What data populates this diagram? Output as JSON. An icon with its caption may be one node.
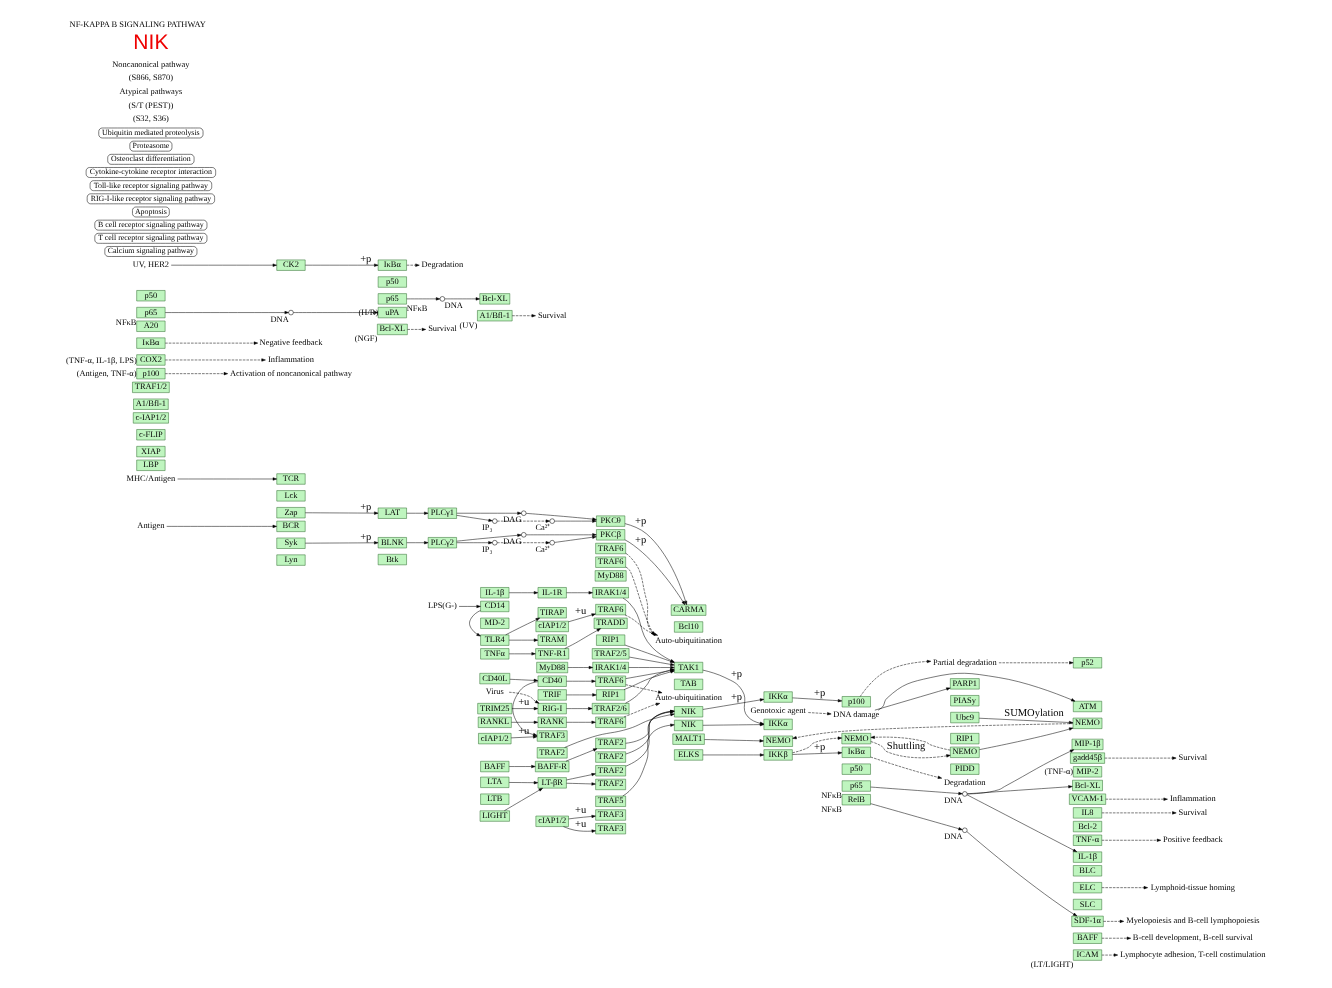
{
  "diagram": {
    "title": "NF-KAPPA B SIGNALING PATHWAY",
    "nodes": [
      {
        "text": [
          "MHC/Antigen"
        ]
      },
      {
        "text": [
          "TCR"
        ]
      },
      {
        "text": [
          "Lck"
        ]
      },
      {
        "text": [
          "Zap"
        ]
      },
      {
        "text": [
          "LAT"
        ]
      },
      {
        "text": [
          "PLCγ1"
        ]
      },
      {
        "text": [],
        "shape": "circle",
        "beside": [
          "DAG"
        ]
      },
      {
        "text": [],
        "shape": "circle",
        "beside": [
          "IP₃"
        ]
      },
      {
        "text": [],
        "shape": "circle",
        "beside": [
          "Ca²⁺"
        ]
      },
      {
        "text": [
          "PKCθ"
        ]
      },
      {
        "text": [
          "Antigen"
        ]
      },
      {
        "text": [
          "BCR"
        ]
      },
      {
        "text": [
          "Syk"
        ]
      },
      {
        "text": [
          "Lyn"
        ]
      },
      {
        "text": [
          "BLNK"
        ]
      },
      {
        "text": [
          "Btk"
        ]
      },
      {
        "text": [
          "PLCγ2"
        ]
      },
      {
        "text": [],
        "shape": "circle",
        "beside": [
          "DAG"
        ]
      },
      {
        "text": [],
        "shape": "circle",
        "beside": [
          "IP₃"
        ]
      },
      {
        "text": [],
        "shape": "circle",
        "beside": [
          "Ca²⁺"
        ]
      },
      {
        "text": [
          "PKCβ"
        ]
      },
      {
        "text": [
          "IL-1β"
        ]
      },
      {
        "text": [
          "IL-1R"
        ]
      },
      {
        "text": [
          "MyD88"
        ]
      },
      {
        "text": [
          "IRAK1/4"
        ]
      },
      {
        "text": [
          "TRAF6"
        ]
      },
      {
        "text": [
          "cIAP1/2"
        ]
      },
      {
        "text": [
          "Auto-ubiquitination"
        ]
      },
      {
        "text": [
          "TNFα"
        ]
      },
      {
        "text": [
          "TNF-R1"
        ]
      },
      {
        "text": [
          "RIP1"
        ]
      },
      {
        "text": [
          "TRADD"
        ]
      },
      {
        "text": [
          "TRAF2/5"
        ]
      },
      {
        "text": [
          "Virus"
        ]
      },
      {
        "text": [
          "RIG-I"
        ]
      },
      {
        "text": [
          "TRIM25"
        ]
      },
      {
        "text": [
          "TRAF2/6"
        ]
      },
      {
        "text": [
          "TAK1"
        ]
      },
      {
        "text": [
          "TAB"
        ]
      },
      {
        "text": [
          "CARMA"
        ]
      },
      {
        "text": [
          "Bcl10"
        ]
      },
      {
        "text": [
          "MALT1"
        ]
      },
      {
        "text": [
          "ELKS"
        ]
      },
      {
        "text": [
          "NEMO"
        ]
      },
      {
        "text": [
          "IKKα"
        ]
      },
      {
        "text": [
          "IKKβ"
        ]
      },
      {
        "text": [
          "NEMO"
        ]
      },
      {
        "text": [
          "Genotoxic agent"
        ]
      },
      {
        "text": [
          "DNA damage"
        ]
      },
      {
        "text": [
          "ATM"
        ]
      },
      {
        "text": [
          "NEMO"
        ]
      },
      {
        "text": [
          "PARP1"
        ]
      },
      {
        "text": [
          "PIASy"
        ]
      },
      {
        "text": [
          "Ubc9"
        ]
      },
      {
        "text": [
          "NEMO"
        ]
      },
      {
        "text": [
          "PIDD"
        ]
      },
      {
        "text": [
          "RIP1"
        ]
      },
      {
        "text": [
          "LBP"
        ]
      },
      {
        "text": [
          "LPS(G-)"
        ]
      },
      {
        "text": [
          "CD14"
        ]
      },
      {
        "text": [
          "MD-2"
        ]
      },
      {
        "text": [
          "TLR4"
        ]
      },
      {
        "text": [
          "TIRAP"
        ]
      },
      {
        "text": [
          "MyD88"
        ]
      },
      {
        "text": [
          "IRAK1/4"
        ]
      },
      {
        "text": [
          "TRAF6"
        ]
      },
      {
        "text": [
          "TRAM"
        ]
      },
      {
        "text": [
          "TRIF"
        ]
      },
      {
        "text": [
          "RIP1"
        ]
      },
      {
        "text": [
          "TRAF6"
        ]
      },
      {
        "text": [
          "IκBα"
        ]
      },
      {
        "text": [
          "p50"
        ]
      },
      {
        "text": [
          "p65"
        ],
        "beside": [
          "NFκB"
        ]
      },
      {
        "text": [
          "Degradation"
        ]
      },
      {
        "text": [],
        "shape": "circle",
        "beside": [
          "DNA"
        ]
      },
      {
        "text": [
          "c-IAP1/2"
        ]
      },
      {
        "text": [
          "c-FLIP"
        ]
      },
      {
        "text": [
          "XIAP"
        ]
      },
      {
        "text": [
          "Bcl-XL"
        ]
      },
      {
        "text": [
          "Bcl-2"
        ]
      },
      {
        "text": [
          "gadd45β"
        ]
      },
      {
        "text": [
          "TRAF1/2"
        ]
      },
      {
        "text": [
          "A1/Bfl-1"
        ]
      },
      {
        "text": [
          "Survival"
        ]
      },
      {
        "text": [
          "p100"
        ],
        "beside": [
          "(Antigen, TNF-α)"
        ]
      },
      {
        "text": [
          "Activation of noncanonical pathway"
        ]
      },
      {
        "text": [
          "IL8"
        ]
      },
      {
        "text": [
          "IL-1β"
        ]
      },
      {
        "text": [
          "TNF-α"
        ]
      },
      {
        "text": [
          "A20"
        ]
      },
      {
        "text": [
          "IκBα"
        ]
      },
      {
        "text": [
          "COX2"
        ],
        "beside": [
          "(TNF-α, IL-1β, LPS)"
        ]
      },
      {
        "text": [
          "MIP-1β"
        ]
      },
      {
        "text": [
          "MIP-2"
        ],
        "beside": [
          "(TNF-α)"
        ]
      },
      {
        "text": [
          "VCAM-1"
        ]
      },
      {
        "text": [
          "Survival"
        ]
      },
      {
        "text": [
          "Positive feedback"
        ]
      },
      {
        "text": [
          "Negative feedback"
        ]
      },
      {
        "text": [
          "Inflammation"
        ]
      },
      {
        "text": [
          "Inflammation"
        ]
      },
      {
        "text": [
          "p50"
        ]
      },
      {
        "text": [
          "p65"
        ],
        "beside": [
          "NFκB"
        ]
      },
      {
        "text": [],
        "shape": "circle",
        "beside": [
          "DNA"
        ]
      },
      {
        "text": [
          "uPA"
        ],
        "beside": [
          "(H/R)"
        ]
      },
      {
        "text": [
          "Bcl-XL"
        ],
        "beside": [
          "(NGF)"
        ]
      },
      {
        "text": [
          "Survival"
        ]
      },
      {
        "text": [
          "CD40L"
        ]
      },
      {
        "text": [
          "CD40"
        ]
      },
      {
        "text": [
          "TRAF6"
        ]
      },
      {
        "text": [
          "cIAP1/2"
        ]
      },
      {
        "text": [
          "TRAF3"
        ]
      },
      {
        "text": [
          "TRAF2"
        ]
      },
      {
        "text": [
          "Auto-ubiquitination"
        ]
      },
      {
        "text": [
          "UV, HER2"
        ]
      },
      {
        "text": [
          "CK2"
        ]
      },
      {
        "text": [
          "IκBα"
        ]
      },
      {
        "text": [
          "Degradation"
        ]
      },
      {
        "text": [
          "p50"
        ]
      },
      {
        "text": [
          "p65"
        ],
        "beside": [
          "NFκB"
        ]
      },
      {
        "text": [],
        "shape": "circle",
        "beside": [
          "DNA"
        ]
      },
      {
        "text": [
          "Bcl-XL"
        ]
      },
      {
        "text": [
          "A1/Bfl-1"
        ],
        "beside": [
          "(UV)"
        ]
      },
      {
        "text": [
          "Survival"
        ]
      },
      {
        "text": [
          "RANKL"
        ]
      },
      {
        "text": [
          "RANK"
        ]
      },
      {
        "text": [
          "TRAF6"
        ]
      },
      {
        "text": [
          "TRAF2"
        ]
      },
      {
        "text": [
          "LTA"
        ]
      },
      {
        "text": [
          "LTB"
        ]
      },
      {
        "text": [
          "LIGHT"
        ]
      },
      {
        "text": [
          "LT-βR"
        ]
      },
      {
        "text": [
          "TRAF2"
        ]
      },
      {
        "text": [
          "TRAF5"
        ]
      },
      {
        "text": [
          "NIK"
        ]
      },
      {
        "text": [
          "TRAF2"
        ]
      },
      {
        "text": [
          "TRAF3"
        ]
      },
      {
        "text": [
          "BAFF"
        ]
      },
      {
        "text": [
          "BAFF-R"
        ]
      },
      {
        "text": [
          "TRAF2"
        ]
      },
      {
        "text": [
          "TRAF3"
        ]
      },
      {
        "text": [
          "cIAP1/2"
        ]
      },
      {
        "text": [
          "NIK"
        ]
      },
      {
        "text": [
          "IKKα"
        ]
      },
      {
        "text": [
          "p100"
        ]
      },
      {
        "text": [
          "RelB"
        ],
        "beside": [
          "NFκB"
        ]
      },
      {
        "text": [
          "Partial degradation"
        ]
      },
      {
        "text": [
          "p52"
        ]
      },
      {
        "text": [],
        "shape": "circle",
        "beside": [
          "DNA"
        ]
      },
      {
        "text": [
          "BLC"
        ]
      },
      {
        "text": [
          "ELC"
        ]
      },
      {
        "text": [
          "SLC"
        ]
      },
      {
        "text": [
          "SDF-1α"
        ]
      },
      {
        "text": [
          "BAFF"
        ]
      },
      {
        "text": [
          "ICAM"
        ],
        "beside": [
          "(LT/LIGHT)"
        ]
      },
      {
        "text": [
          "Lymphoid-tissue homing"
        ]
      },
      {
        "text": [
          "Myelopoiesis and B-cell lymphopoiesis"
        ]
      },
      {
        "text": [
          "B-cell development, B-cell survival"
        ]
      },
      {
        "text": [
          "Lymphocyte adhesion, T-cell costimulation"
        ]
      },
      {
        "text": [
          "Calcium signaling pathway"
        ]
      },
      {
        "text": [
          "T cell receptor signaling pathway"
        ]
      },
      {
        "text": [
          "B cell receptor signaling pathway"
        ]
      },
      {
        "text": [
          "Apoptosis"
        ]
      },
      {
        "text": [
          "RIG-I-like receptor signaling pathway"
        ]
      },
      {
        "text": [
          "Toll-like receptor signaling pathway"
        ]
      },
      {
        "text": [
          "Cytokine-cytokine receptor interaction"
        ]
      },
      {
        "text": [
          "Osteoclast differentiation"
        ]
      },
      {
        "text": [
          "Proteasome"
        ]
      },
      {
        "text": [
          "Ubiquitin mediated proteolysis"
        ]
      }
    ],
    "edges": [
      {
        "from": 0,
        "to": 1,
        "arrow": "to"
      },
      {
        "from": 3,
        "to": 4,
        "arrow": "to",
        "label": "+p"
      },
      {
        "from": 4,
        "to": 5,
        "arrow": "to"
      },
      {
        "from": 5,
        "to": 6,
        "arrow": "to"
      },
      {
        "from": 5,
        "to": 7,
        "arrow": "to"
      },
      {
        "from": 7,
        "to": 8,
        "arrow": "to",
        "style": "dashed"
      },
      {
        "from": 6,
        "to": 9,
        "arrow": "to"
      },
      {
        "from": 8,
        "to": 9,
        "arrow": "to"
      },
      {
        "from": 10,
        "to": 11,
        "arrow": "to"
      },
      {
        "from": 12,
        "to": 14,
        "arrow": "to",
        "label": "+p"
      },
      {
        "from": 14,
        "to": 16,
        "arrow": "to"
      },
      {
        "from": 16,
        "to": 17,
        "arrow": "to"
      },
      {
        "from": 16,
        "to": 18,
        "arrow": "to"
      },
      {
        "from": 18,
        "to": 19,
        "arrow": "to",
        "style": "dashed"
      },
      {
        "from": 17,
        "to": 20,
        "arrow": "to"
      },
      {
        "from": 19,
        "to": 20,
        "arrow": "to"
      },
      {
        "from": 9,
        "to": 39,
        "arrow": "to",
        "label": "+p"
      },
      {
        "from": 20,
        "to": 39,
        "arrow": "to",
        "label": "+p"
      },
      {
        "from": 41,
        "to": 43,
        "arrow": "to"
      },
      {
        "from": 21,
        "to": 22,
        "arrow": "to"
      },
      {
        "from": 22,
        "to": 24,
        "arrow": "to"
      },
      {
        "from": 25,
        "to": 27,
        "arrow": "to",
        "style": "dashed"
      },
      {
        "from": 26,
        "to": 25,
        "arrow": "to",
        "label": "+u"
      },
      {
        "from": 24,
        "to": 37,
        "arrow": "to"
      },
      {
        "from": 28,
        "to": 29,
        "arrow": "to"
      },
      {
        "from": 29,
        "to": 31,
        "arrow": "to"
      },
      {
        "from": 30,
        "to": 37,
        "arrow": "to"
      },
      {
        "from": 32,
        "to": 37,
        "arrow": "to"
      },
      {
        "from": 33,
        "to": 34,
        "arrow": "to",
        "style": "dashed"
      },
      {
        "from": 35,
        "to": 34,
        "arrow": "to",
        "label": "+u"
      },
      {
        "from": 34,
        "to": 36,
        "arrow": "to"
      },
      {
        "from": 36,
        "to": 37,
        "arrow": "to"
      },
      {
        "from": 37,
        "to": 44,
        "arrow": "to",
        "label": "+p"
      },
      {
        "from": 42,
        "to": 45,
        "arrow": "to"
      },
      {
        "from": 45,
        "to": 46,
        "arrow": "to",
        "style": "dashed"
      },
      {
        "from": 46,
        "to": 54,
        "arrow": "to",
        "style": "dashed",
        "label": "Shuttling"
      },
      {
        "from": 54,
        "to": 46,
        "arrow": "to",
        "style": "dashed"
      },
      {
        "from": 50,
        "to": 43,
        "arrow": "to",
        "style": "dashed"
      },
      {
        "from": 47,
        "to": 48,
        "arrow": "to",
        "style": "dashed"
      },
      {
        "from": 48,
        "to": 49,
        "arrow": "to"
      },
      {
        "from": 48,
        "to": 51,
        "arrow": "to"
      },
      {
        "from": 53,
        "to": 50,
        "arrow": "to",
        "label": "SUMOylation"
      },
      {
        "from": 54,
        "to": 50,
        "arrow": "to"
      },
      {
        "from": 58,
        "to": 59,
        "arrow": "to"
      },
      {
        "from": 59,
        "to": 61,
        "arrow": "to"
      },
      {
        "from": 61,
        "to": 62,
        "arrow": "to"
      },
      {
        "from": 61,
        "to": 66,
        "arrow": "to"
      },
      {
        "from": 63,
        "to": 64,
        "arrow": "to"
      },
      {
        "from": 67,
        "to": 68,
        "arrow": "to"
      },
      {
        "from": 64,
        "to": 37,
        "arrow": "to"
      },
      {
        "from": 68,
        "to": 37,
        "arrow": "to"
      },
      {
        "from": 65,
        "to": 27,
        "arrow": "to",
        "style": "dashed"
      },
      {
        "from": 69,
        "to": 27,
        "arrow": "to",
        "style": "dashed"
      },
      {
        "from": 45,
        "to": 70,
        "arrow": "to",
        "label": "+p"
      },
      {
        "from": 70,
        "to": 73,
        "arrow": "to",
        "style": "dashed"
      },
      {
        "from": 72,
        "to": 74,
        "arrow": "to"
      },
      {
        "from": 74,
        "to": 78,
        "arrow": "to"
      },
      {
        "from": 74,
        "to": 87,
        "arrow": "to"
      },
      {
        "from": 74,
        "to": 92,
        "arrow": "to"
      },
      {
        "from": 80,
        "to": 83,
        "arrow": "to",
        "style": "dashed"
      },
      {
        "from": 84,
        "to": 85,
        "arrow": "to",
        "style": "dashed"
      },
      {
        "from": 86,
        "to": 95,
        "arrow": "to",
        "style": "dashed"
      },
      {
        "from": 88,
        "to": 96,
        "arrow": "to",
        "style": "dashed"
      },
      {
        "from": 90,
        "to": 97,
        "arrow": "to",
        "style": "dashed"
      },
      {
        "from": 91,
        "to": 98,
        "arrow": "to",
        "style": "dashed"
      },
      {
        "from": 94,
        "to": 99,
        "arrow": "to",
        "style": "dashed"
      },
      {
        "from": 101,
        "to": 102,
        "arrow": "to"
      },
      {
        "from": 102,
        "to": 103,
        "arrow": "to"
      },
      {
        "from": 104,
        "to": 105,
        "arrow": "to",
        "style": "dashed"
      },
      {
        "from": 106,
        "to": 107,
        "arrow": "to"
      },
      {
        "from": 107,
        "to": 108,
        "arrow": "to"
      },
      {
        "from": 107,
        "to": 110,
        "arrow": "to"
      },
      {
        "from": 109,
        "to": 110,
        "arrow": "to",
        "label": "+u"
      },
      {
        "from": 108,
        "to": 37,
        "arrow": "to"
      },
      {
        "from": 111,
        "to": 141,
        "arrow": "to"
      },
      {
        "from": 108,
        "to": 112,
        "arrow": "to",
        "style": "dashed"
      },
      {
        "from": 113,
        "to": 114,
        "arrow": "to"
      },
      {
        "from": 114,
        "to": 115,
        "arrow": "to",
        "label": "+p"
      },
      {
        "from": 115,
        "to": 116,
        "arrow": "to",
        "style": "dashed"
      },
      {
        "from": 118,
        "to": 119,
        "arrow": "to"
      },
      {
        "from": 119,
        "to": 120,
        "arrow": "to"
      },
      {
        "from": 121,
        "to": 122,
        "arrow": "to",
        "style": "dashed"
      },
      {
        "from": 123,
        "to": 124,
        "arrow": "to"
      },
      {
        "from": 124,
        "to": 125,
        "arrow": "to"
      },
      {
        "from": 125,
        "to": 112,
        "arrow": "to",
        "style": "dashed"
      },
      {
        "from": 126,
        "to": 141,
        "arrow": "to"
      },
      {
        "from": 127,
        "to": 130,
        "arrow": "to"
      },
      {
        "from": 129,
        "to": 130,
        "arrow": "to"
      },
      {
        "from": 130,
        "to": 131,
        "arrow": "to"
      },
      {
        "from": 130,
        "to": 134,
        "arrow": "to"
      },
      {
        "from": 132,
        "to": 133,
        "arrow": "to"
      },
      {
        "from": 133,
        "to": 44,
        "arrow": "to"
      },
      {
        "from": 134,
        "to": 141,
        "arrow": "to"
      },
      {
        "from": 136,
        "to": 137,
        "arrow": "to"
      },
      {
        "from": 137,
        "to": 138,
        "arrow": "to"
      },
      {
        "from": 138,
        "to": 141,
        "arrow": "to"
      },
      {
        "from": 140,
        "to": 139,
        "arrow": "to",
        "label": "+u"
      },
      {
        "from": 140,
        "to": 135,
        "arrow": "to",
        "label": "+u"
      },
      {
        "from": 141,
        "to": 142,
        "arrow": "to",
        "label": "+p"
      },
      {
        "from": 142,
        "to": 143,
        "arrow": "to",
        "label": "+p"
      },
      {
        "from": 143,
        "to": 145,
        "arrow": "to",
        "style": "dashed"
      },
      {
        "from": 145,
        "to": 146,
        "arrow": "to",
        "style": "dashed"
      },
      {
        "from": 144,
        "to": 147,
        "arrow": "to"
      },
      {
        "from": 147,
        "to": 151,
        "arrow": "to"
      },
      {
        "from": 149,
        "to": 154,
        "arrow": "to",
        "style": "dashed"
      },
      {
        "from": 151,
        "to": 155,
        "arrow": "to",
        "style": "dashed"
      },
      {
        "from": 152,
        "to": 156,
        "arrow": "to",
        "style": "dashed"
      },
      {
        "from": 153,
        "to": 157,
        "arrow": "to",
        "style": "dashed"
      }
    ],
    "labels": [
      "(S32, S36)",
      "(S/T (PEST))",
      "Atypical pathways",
      "(S866, S870)",
      "Noncanonical pathway",
      "NIK"
    ]
  }
}
